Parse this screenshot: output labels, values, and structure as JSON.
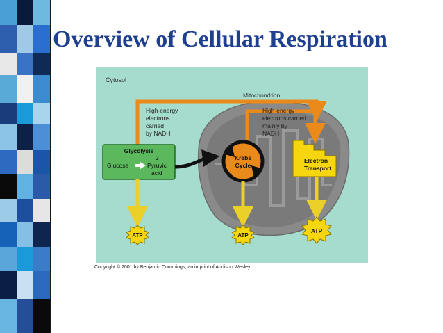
{
  "slide": {
    "title": "Overview of Cellular Respiration",
    "copyright": "Copyright © 2001 by Benjamin Cummings, an imprint of Addison Wesley."
  },
  "diagram": {
    "cytosol_label": "Cytosol",
    "mitochondrion_label": "Mitochondrion",
    "nadh_left": [
      "High-energy",
      "electrons",
      "carried",
      "by NADH"
    ],
    "nadh_right": [
      "High-energy",
      "electrons carried",
      "mainly by",
      "NADH"
    ],
    "glycolysis": {
      "title": "Glycolysis",
      "input": "Glucose",
      "output_number": "2",
      "output_line1": "Pyruvic",
      "output_line2": "acid"
    },
    "krebs": [
      "Krebs",
      "Cycle"
    ],
    "electron_transport": [
      "Electron",
      "Transport"
    ],
    "atp": [
      "ATP",
      "ATP",
      "ATP"
    ]
  },
  "colors": {
    "title": "#1f3f8f",
    "cytosol_bg": "#a6dccd",
    "mitochondrion": "#8a8a8a",
    "glycolysis_box": "#5cb85c",
    "nadh_arrow": "#e98a1b",
    "atp_arrow": "#ecd02a",
    "electron_transport": "#f5d60f"
  }
}
